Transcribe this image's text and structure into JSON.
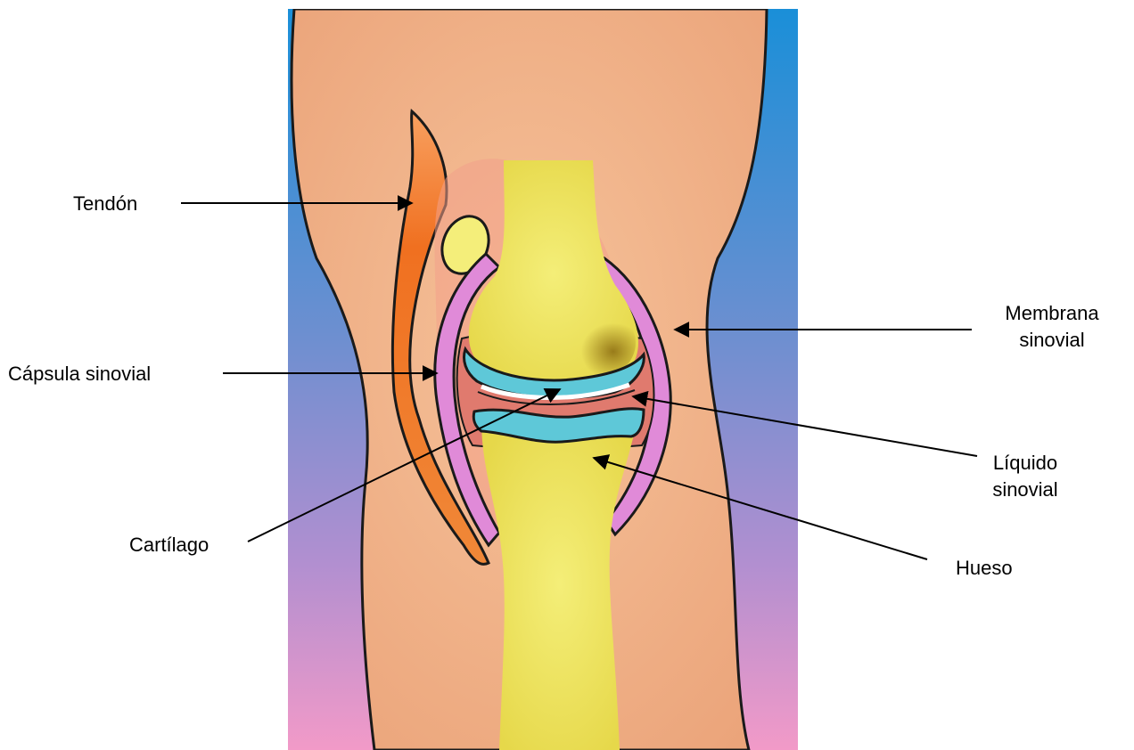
{
  "labels": {
    "tendon": "Tendón",
    "capsula": "Cápsula sinovial",
    "cartilago": "Cartílago",
    "membrana_line1": "Membrana",
    "membrana_line2": "sinovial",
    "liquido_line1": "Líquido",
    "liquido_line2": "sinovial",
    "hueso": "Hueso"
  },
  "colors": {
    "background_top": "#1a8fd8",
    "background_bottom": "#f29ac8",
    "skin": "#f2b48a",
    "bone": "#f0e858",
    "synovial_membrane": "#e08ad8",
    "synovial_fluid": "#e07a6e",
    "cartilage": "#5ec8d8",
    "tendon": "#f08030",
    "outline": "#1a1a1a"
  },
  "icons": {
    "illustration": "knee-joint-illustration"
  }
}
